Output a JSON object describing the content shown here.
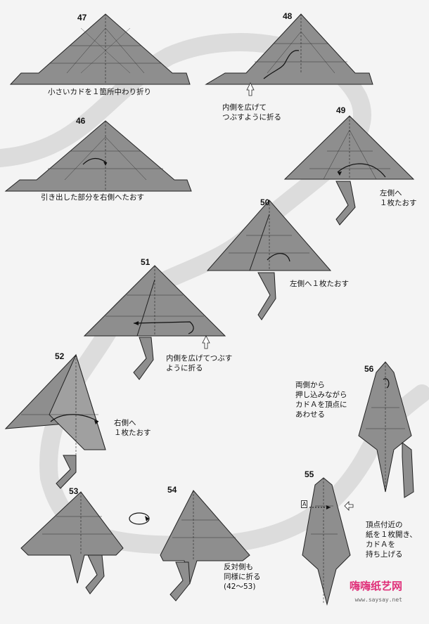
{
  "steps": [
    {
      "num": "47",
      "caption": "小さいカドを１箇所中わり折り"
    },
    {
      "num": "48",
      "caption": "内側を広げて\nつぶすように折る"
    },
    {
      "num": "46",
      "caption": "引き出した部分を右側へたおす"
    },
    {
      "num": "49",
      "caption": "左側へ\n１枚たおす"
    },
    {
      "num": "50",
      "caption": "左側へ１枚たおす"
    },
    {
      "num": "51",
      "caption": "内側を広げてつぶす\nように折る"
    },
    {
      "num": "52",
      "caption": "右側へ\n１枚たおす"
    },
    {
      "num": "56",
      "caption": "両側から\n押し込みながら\nカドＡを頂点に\nあわせる"
    },
    {
      "num": "55",
      "caption": "頂点付近の\n紙を１枚開き、\nカドＡを\n持ち上げる"
    },
    {
      "num": "53",
      "caption": ""
    },
    {
      "num": "54",
      "caption": "反対側も\n同様に折る\n(42〜53)"
    }
  ],
  "marker_a": "A",
  "watermark": {
    "brand": "嗨嗨纸艺网",
    "url": "www.saysay.net"
  }
}
